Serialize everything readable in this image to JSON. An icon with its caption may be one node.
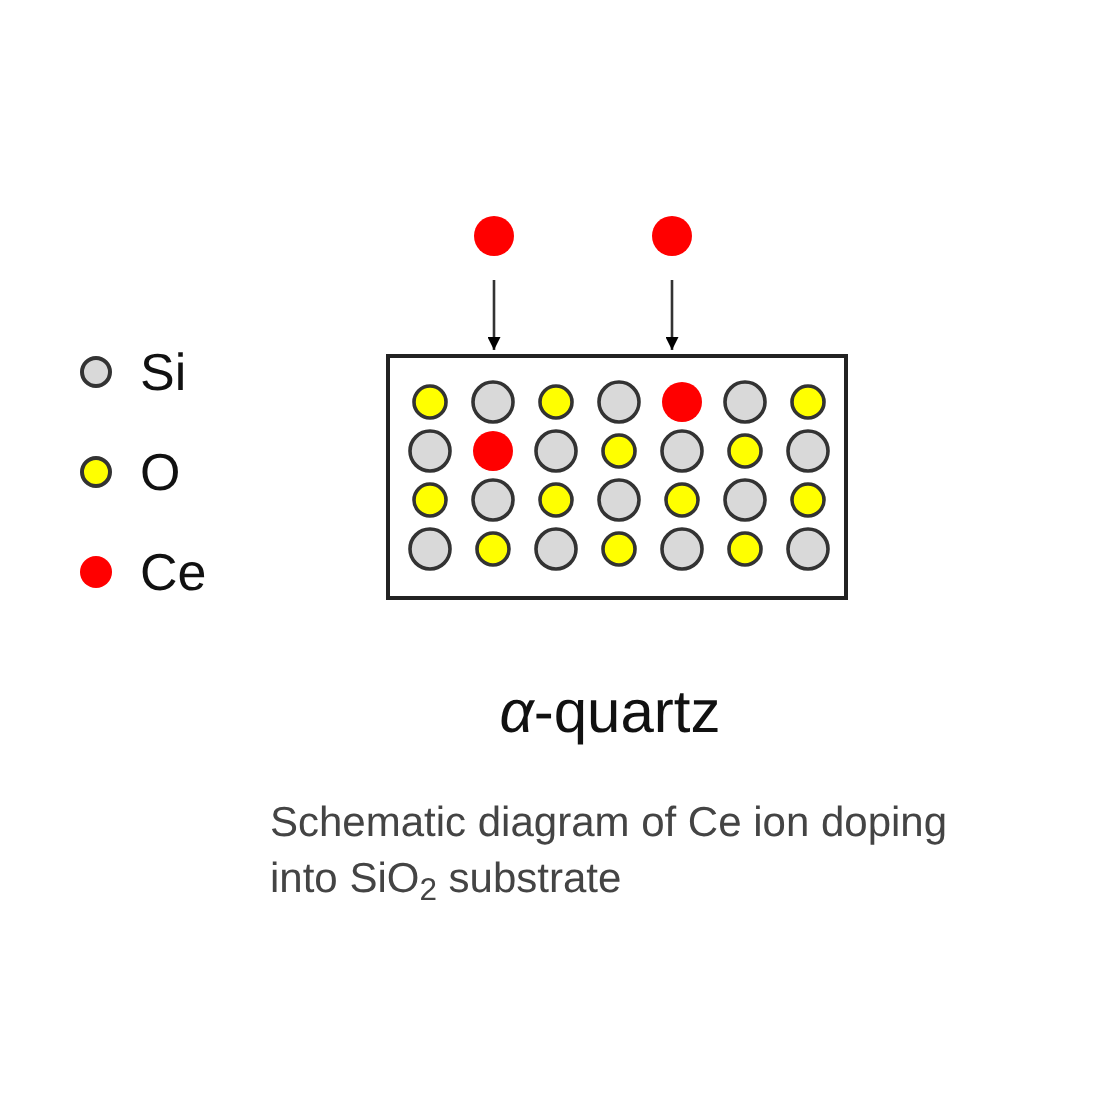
{
  "diagram": {
    "caption": "Schematic diagram of Ce ion doping into SiO$_{2}$ substrate",
    "nodes": [
      {
        "text": [],
        "shape": "circle"
      },
      {
        "text": [],
        "shape": "circle"
      },
      {
        "text": [],
        "shape": "box",
        "beside": [
          "*α*-quartz"
        ]
      }
    ],
    "edges": [
      {
        "from": 0,
        "to": 2,
        "arrow": "to"
      },
      {
        "from": 1,
        "to": 2,
        "arrow": "to"
      }
    ],
    "legend": [
      {
        "text": "Si",
        "color": "#d9d9d9"
      },
      {
        "text": "O",
        "color": "#ffff00"
      },
      {
        "text": "Ce",
        "color": "#ff0000"
      }
    ]
  }
}
